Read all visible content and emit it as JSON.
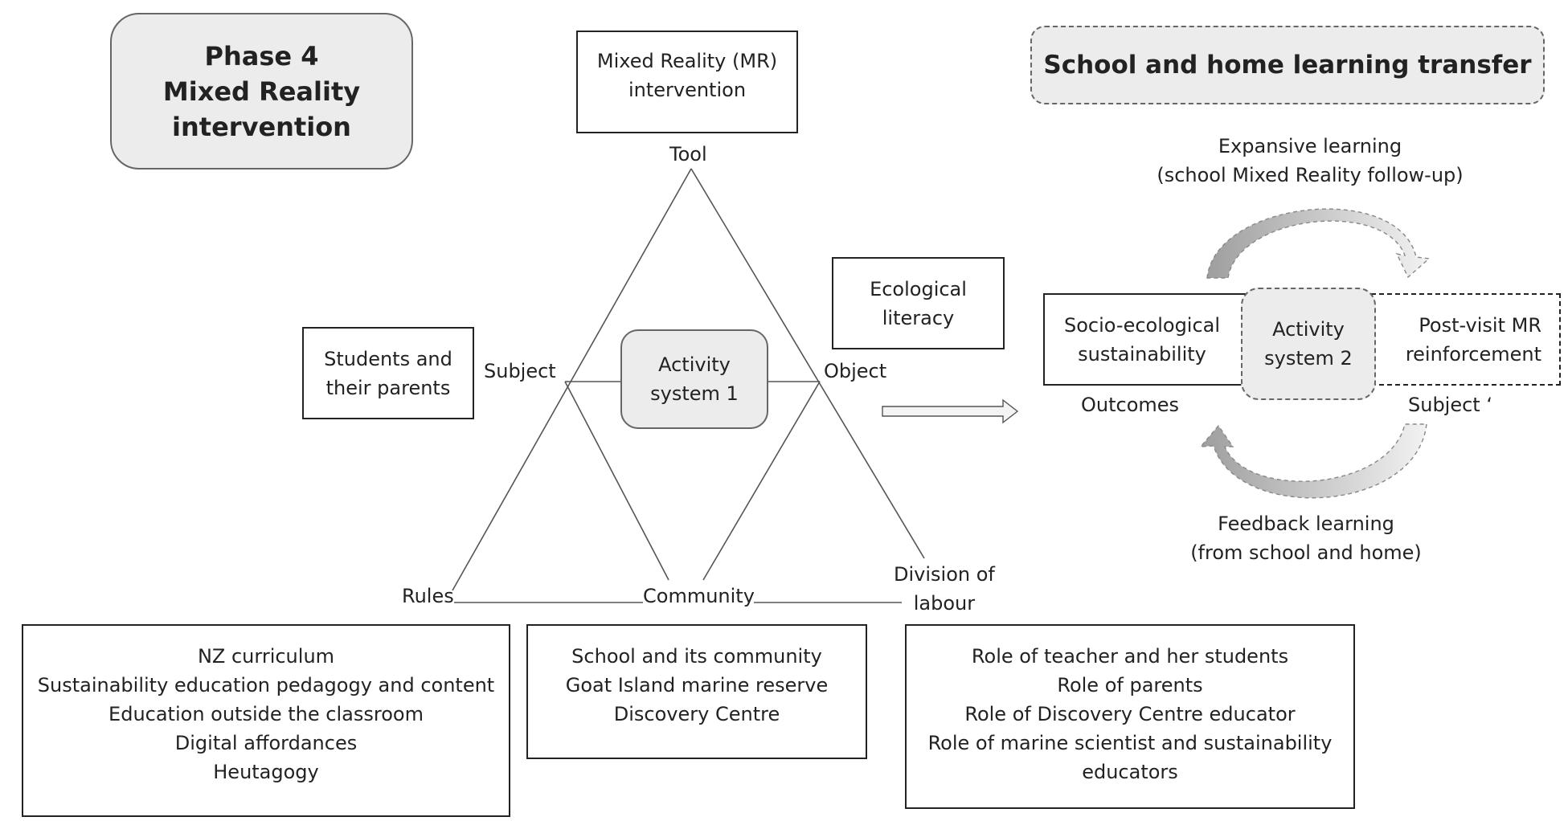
{
  "phase_box": {
    "lines": [
      "Phase 4",
      "Mixed Reality",
      "intervention"
    ]
  },
  "transfer_box": {
    "title": "School and home learning transfer"
  },
  "tool_box": {
    "lines": [
      "Mixed Reality (MR)",
      "intervention"
    ]
  },
  "labels": {
    "tool": "Tool",
    "subject": "Subject",
    "object": "Object",
    "rules": "Rules",
    "community": "Community",
    "division": [
      "Division of",
      "labour"
    ]
  },
  "subject_box": {
    "lines": [
      "Students and",
      "their parents"
    ]
  },
  "object_box": {
    "lines": [
      "Ecological",
      "literacy"
    ]
  },
  "activity1": {
    "lines": [
      "Activity",
      "system 1"
    ]
  },
  "rules_box": {
    "lines": [
      "NZ curriculum",
      "Sustainability education pedagogy and content",
      "Education outside the classroom",
      "Digital affordances",
      "Heutagogy"
    ]
  },
  "community_box": {
    "lines": [
      "School and its community",
      "Goat Island marine reserve",
      "Discovery Centre"
    ]
  },
  "division_box": {
    "lines": [
      "Role of teacher and her students",
      "Role of parents",
      "Role of Discovery Centre educator",
      "Role of marine scientist and sustainability",
      "educators"
    ]
  },
  "expansive": {
    "lines": [
      "Expansive learning",
      "(school Mixed Reality follow-up)"
    ]
  },
  "outcome_box": {
    "lines": [
      "Socio-ecological",
      "sustainability"
    ]
  },
  "activity2": {
    "lines": [
      "Activity",
      "system 2"
    ]
  },
  "postvisit_box": {
    "lines": [
      "Post-visit MR",
      "reinforcement"
    ]
  },
  "outcomes_label": "Outcomes",
  "subject_prime_label": "Subject ‘",
  "feedback": {
    "lines": [
      "Feedback learning",
      "(from school and home)"
    ]
  }
}
